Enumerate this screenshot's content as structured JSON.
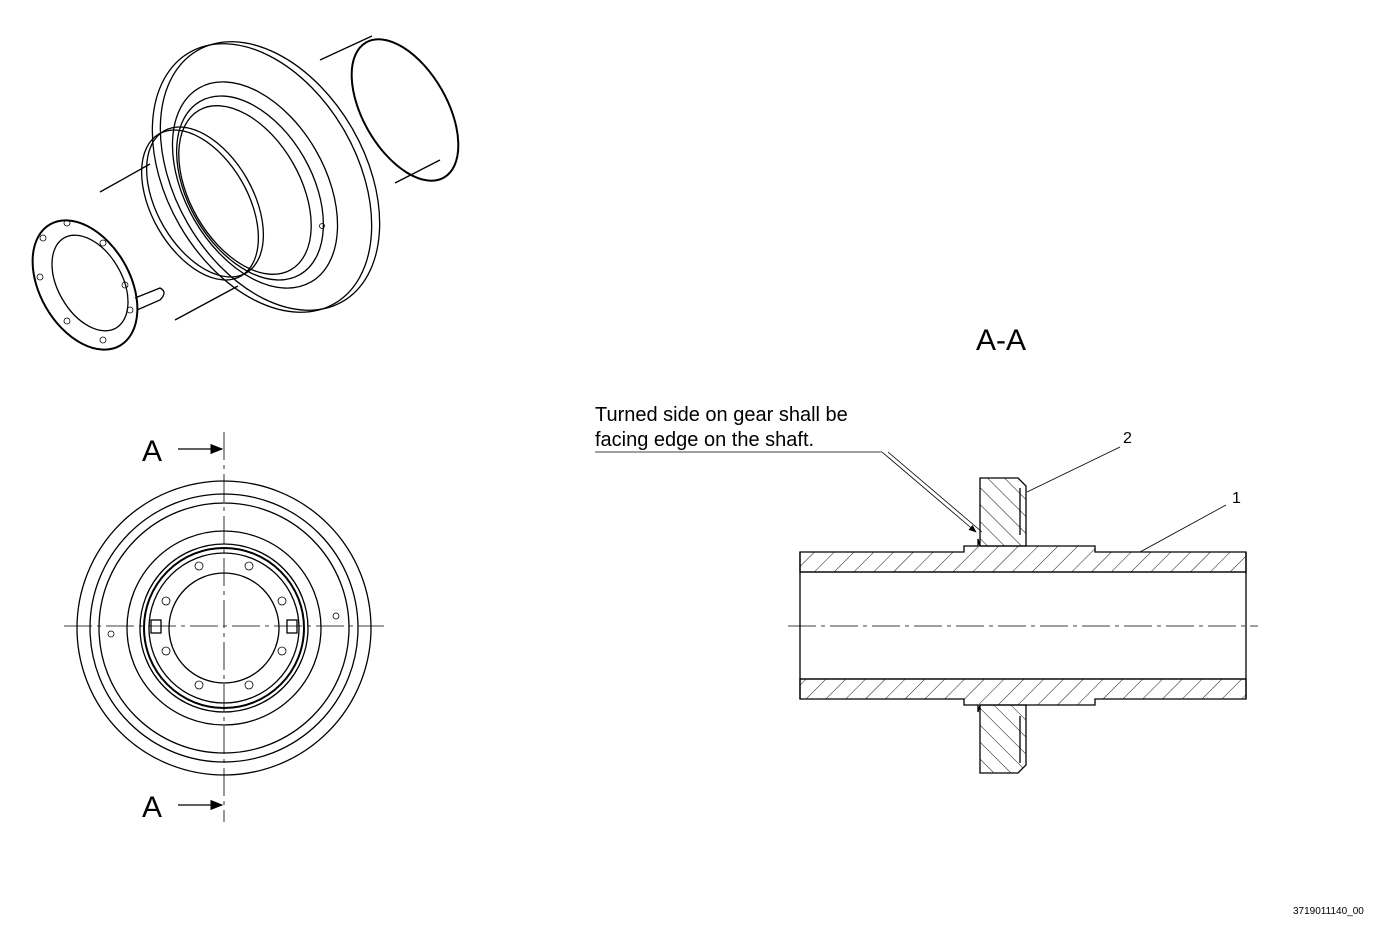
{
  "section_view": {
    "title": "A-A",
    "note_line1": "Turned side on gear shall be",
    "note_line2": "facing edge on the shaft.",
    "callout_2": "2",
    "callout_1": "1"
  },
  "front_view": {
    "section_label_top": "A",
    "section_label_bottom": "A"
  },
  "drawing_number": "3719011140_00"
}
